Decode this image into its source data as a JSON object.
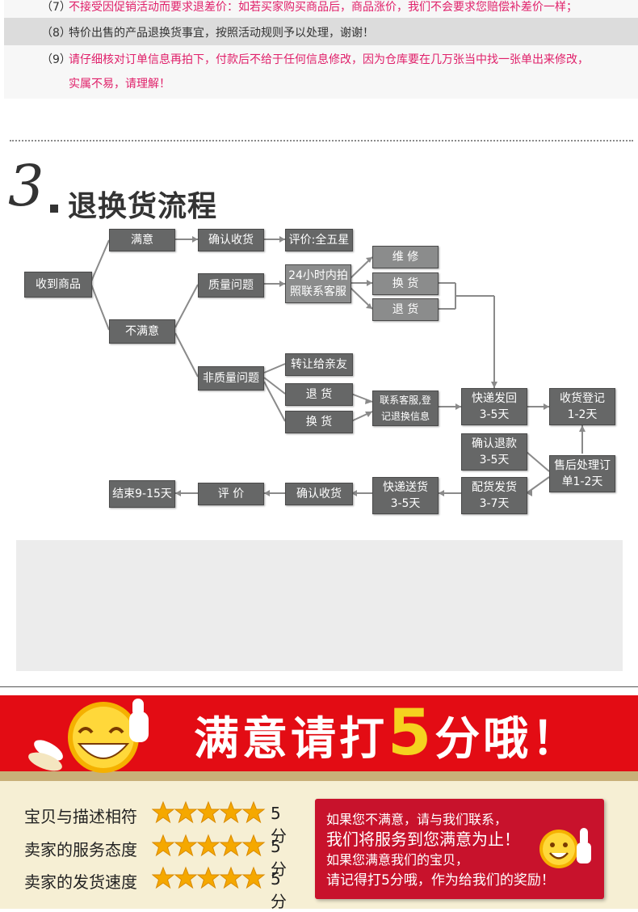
{
  "notices": [
    {
      "num": "（7）",
      "text": "不接受因促销活动而要求退差价：如若买家购买商品后，商品涨价，我们不会要求您赔偿补差价一样；"
    },
    {
      "num": "（8）",
      "text": "特价出售的产品退换货事宜，按照活动规则予以处理，谢谢！"
    },
    {
      "num": "（9）",
      "text": "请仔细核对订单信息再拍下，付款后不给于任何信息修改，因为仓库要在几万张当中找一张单出来修改，",
      "text2": "实属不易，请理解！"
    }
  ],
  "section": {
    "number": "3",
    "title": "退换货流程"
  },
  "flow": {
    "receive": "收到商品",
    "satisfied": "满意",
    "confirm_receipt": "确认收货",
    "rate_five": "评价:全五星",
    "unsatisfied": "不满意",
    "quality_issue": "质量问题",
    "contact_24h_1": "24小时内拍",
    "contact_24h_2": "照联系客服",
    "repair": "维 修",
    "exchange": "换 货",
    "return": "退 货",
    "non_quality": "非质量问题",
    "transfer": "转让给亲友",
    "return2": "退 货",
    "exchange2": "换 货",
    "register_1": "联系客服,登",
    "register_2": "记退换信息",
    "express_back_1": "快递发回",
    "express_back_2": "3-5天",
    "receipt_register_1": "收货登记",
    "receipt_register_2": "1-2天",
    "confirm_refund_1": "确认退款",
    "confirm_refund_2": "3-5天",
    "after_sales_1": "售后处理订",
    "after_sales_2": "单1-2天",
    "ship_1": "配货发货",
    "ship_2": "3-7天",
    "deliver_1": "快递送货",
    "deliver_2": "3-5天",
    "confirm_receipt2": "确认收货",
    "review": "评 价",
    "end": "结束9-15天"
  },
  "banner": {
    "text_before": "满意请打",
    "five": "5",
    "text_after": "分哦！"
  },
  "ratings": [
    {
      "label": "宝贝与描述相符",
      "score": "5分",
      "stars": 5
    },
    {
      "label": "卖家的服务态度",
      "score": "5分",
      "stars": 5
    },
    {
      "label": "卖家的发货速度",
      "score": "5分",
      "stars": 5
    }
  ],
  "message": {
    "line1": "如果您不满意，请与我们联系，",
    "line2": "我们将服务到您满意为止！",
    "line3": "如果您满意我们的宝贝，",
    "line4": "请记得打5分哦，作为给我们的奖励！"
  },
  "colors": {
    "pink_text": "#e0206a",
    "box_gray": "#666767",
    "banner_red": "#e30c14",
    "five_yellow": "#f5d21f",
    "star": "#f5a800"
  }
}
